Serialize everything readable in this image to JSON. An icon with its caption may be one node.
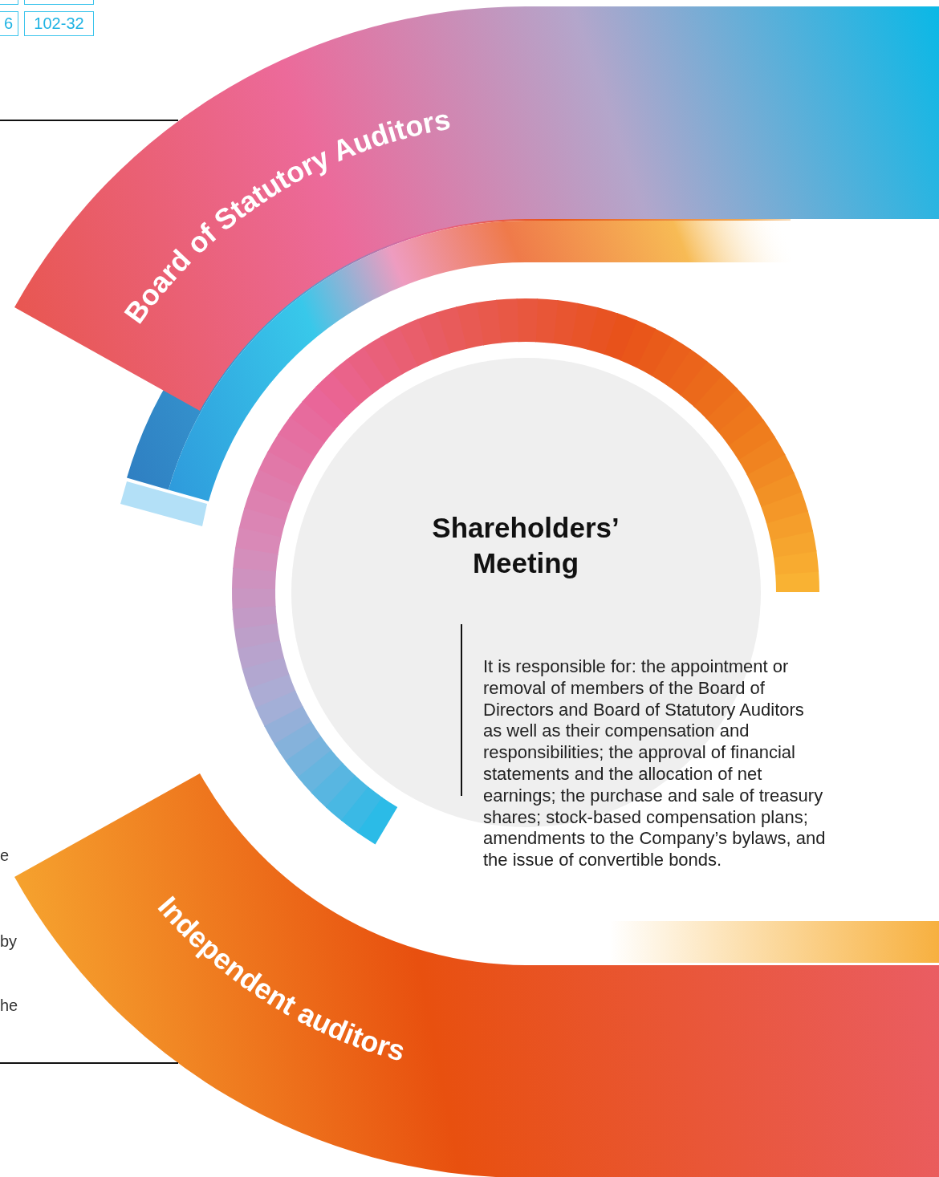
{
  "diagram": {
    "nodes": [
      {
        "text": [
          "Board of Statutory Auditors"
        ]
      },
      {
        "text": [
          "Shareholders’ Meeting",
          "It is responsible for: the appointment or removal of members of the Board of Directors and Board of Statutory Auditors as well as their compensation and responsibilities; the approval of financial statements and the allocation of net earnings; the purchase and sale of treasury shares; stock-based compensation plans; amendments to the Company’s bylaws, and the issue of convertible bonds."
        ]
      },
      {
        "text": [
          "Independent auditors"
        ]
      }
    ],
    "labels": [
      "6",
      "102-32",
      "e",
      "by",
      "he"
    ]
  }
}
